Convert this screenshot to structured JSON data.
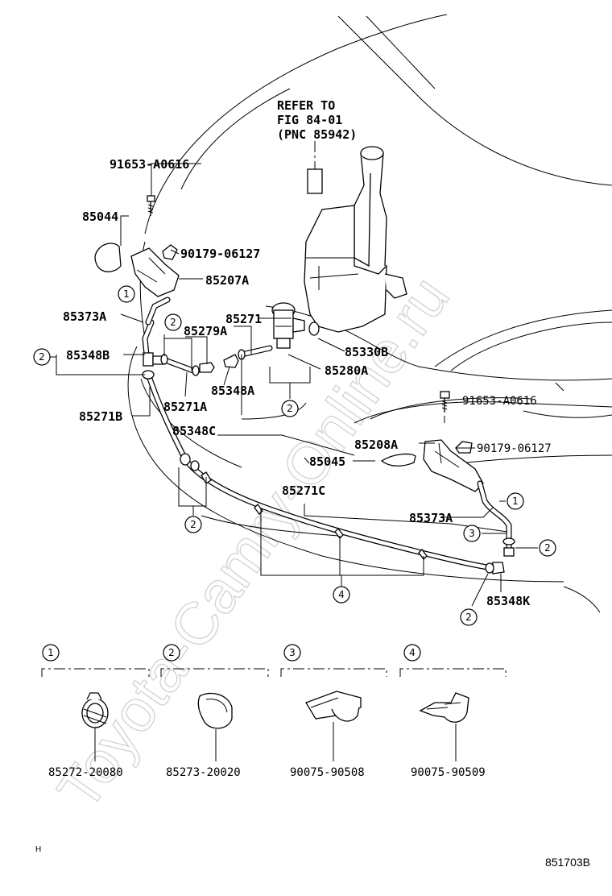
{
  "refer_note": {
    "line1": "REFER TO",
    "line2": "FIG 84-01",
    "line3": "(PNC 85942)"
  },
  "part_numbers": {
    "bolt_upper": "91653-A0616",
    "bolt_lower": "91653-A0616",
    "cap_left": "85044",
    "cap_right": "85045",
    "clip_upper": "90179-06127",
    "clip_lower": "90179-06127",
    "nozzle_left": "85207A",
    "nozzle_right": "85208A",
    "pump": "85271",
    "hose_a": "85271A",
    "hose_b": "85271B",
    "hose_c": "85271C",
    "hose_left_short": "85373A",
    "hose_right_short": "85373A",
    "check_valve": "85279A",
    "grommet": "85330B",
    "hose_80": "85280A",
    "joint_a": "85348A",
    "joint_b": "85348B",
    "joint_c": "85348C",
    "joint_k": "85348K"
  },
  "callouts": {
    "c1": "1",
    "c2": "2",
    "c3": "3",
    "c4": "4"
  },
  "legend": [
    {
      "num": "1",
      "part": "85272-20080",
      "icon": "hose-clamp-icon"
    },
    {
      "num": "2",
      "part": "85273-20020",
      "icon": "band-clip-icon"
    },
    {
      "num": "3",
      "part": "90075-90508",
      "icon": "hose-clip-icon"
    },
    {
      "num": "4",
      "part": "90075-90509",
      "icon": "hose-clamp-bracket-icon"
    }
  ],
  "watermark": "Toyota-Camry-Online.ru",
  "corner_mark": "H",
  "figure_code": "851703B"
}
